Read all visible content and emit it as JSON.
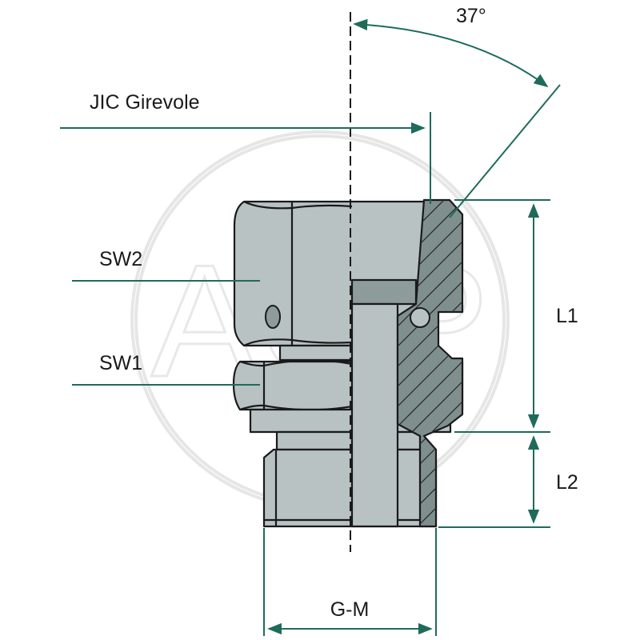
{
  "labels": {
    "angle": "37°",
    "jic": "JIC Girevole",
    "sw2": "SW2",
    "sw1": "SW1",
    "l1": "L1",
    "l2": "L2",
    "gm": "G-M"
  },
  "watermark": {
    "text": "AGP"
  },
  "colors": {
    "dimension_line": "#1e6b5c",
    "body_fill": "#b8c2c2",
    "section_fill": "#7f8f8e",
    "outline": "#1a1a1a"
  }
}
